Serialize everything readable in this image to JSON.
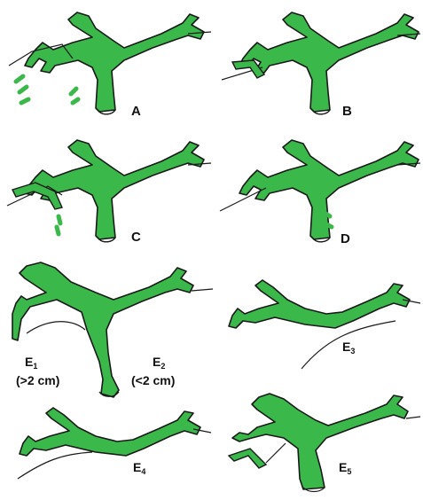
{
  "colors": {
    "duct_fill": "#3bb84a",
    "outline": "#1a1a1a",
    "background": "#ffffff"
  },
  "panels": [
    {
      "id": "A",
      "label": "A"
    },
    {
      "id": "B",
      "label": "B"
    },
    {
      "id": "C",
      "label": "C"
    },
    {
      "id": "D",
      "label": "D"
    },
    {
      "id": "E1",
      "label_main": "E",
      "label_sub": "1",
      "note": "(>2 cm)"
    },
    {
      "id": "E2",
      "label_main": "E",
      "label_sub": "2",
      "note": "(<2 cm)"
    },
    {
      "id": "E3",
      "label_main": "E",
      "label_sub": "3"
    },
    {
      "id": "E4",
      "label_main": "E",
      "label_sub": "4"
    },
    {
      "id": "E5",
      "label_main": "E",
      "label_sub": "5"
    }
  ]
}
